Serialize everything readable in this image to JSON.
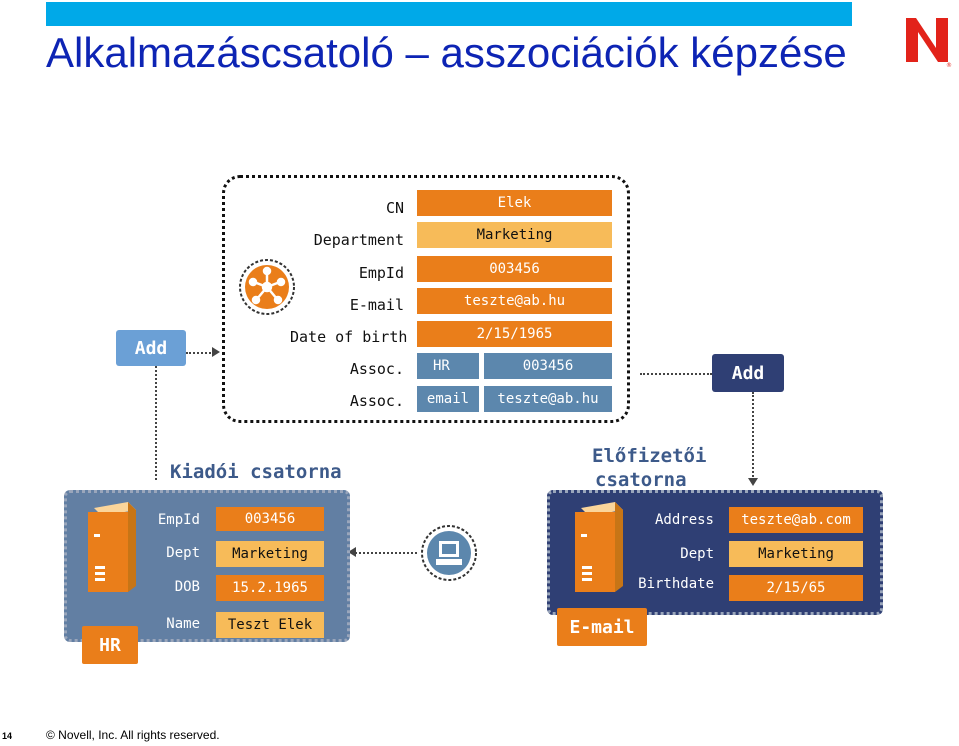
{
  "slide": {
    "title": "Alkalmazáscsatoló – asszociációk képzése",
    "number": "14",
    "copyright": "© Novell, Inc.  All rights reserved."
  },
  "colors": {
    "topbar": "#00a9e8",
    "title": "#0d24b4",
    "orange": "#ea7e1a",
    "light_orange": "#f7bb59",
    "steel_blue": "#5c87ad",
    "navy": "#2f3f74",
    "logo_red": "#e2231a"
  },
  "directory": {
    "rows": [
      {
        "label": "CN",
        "value": "Elek"
      },
      {
        "label": "Department",
        "value": "Marketing"
      },
      {
        "label": "EmpId",
        "value": "003456"
      },
      {
        "label": "E-mail",
        "value": "teszte@ab.hu"
      },
      {
        "label": "Date of birth",
        "value": "2/15/1965"
      }
    ],
    "assoc": [
      {
        "label": "Assoc.",
        "system": "HR",
        "value": "003456"
      },
      {
        "label": "Assoc.",
        "system": "email",
        "value": "teszte@ab.hu"
      }
    ]
  },
  "add_left": "Add",
  "add_right": "Add",
  "publisher": {
    "channel": "Kiadói csatorna",
    "badge": "HR",
    "rows": [
      {
        "label": "EmpId",
        "value": "003456"
      },
      {
        "label": "Dept",
        "value": "Marketing"
      },
      {
        "label": "DOB",
        "value": "15.2.1965"
      },
      {
        "label": "Name",
        "value": "Teszt Elek"
      }
    ]
  },
  "subscriber": {
    "channel_line1": "Előfizetői",
    "channel_line2": "csatorna",
    "badge": "E-mail",
    "rows": [
      {
        "label": "Address",
        "value": "teszte@ab.com"
      },
      {
        "label": "Dept",
        "value": "Marketing"
      },
      {
        "label": "Birthdate",
        "value": "2/15/65"
      }
    ]
  }
}
